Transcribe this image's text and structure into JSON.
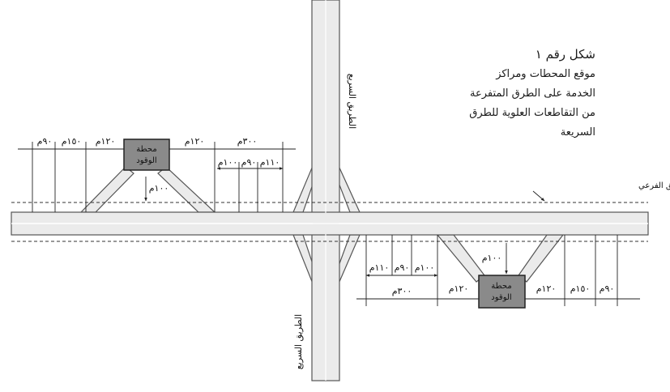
{
  "figure": {
    "title": "شكل رقم ١",
    "caption_lines": [
      "موقع المحطات ومراكز",
      "الخدمة على الطرق المتفرعة",
      "من التقاطعات العلوية للطرق",
      "السريعة"
    ]
  },
  "labels": {
    "expressway_top": "الطريق السريع",
    "expressway_bottom": "الطريق السريع",
    "row_label": "حرم الطريق الفرعي",
    "station_top": [
      "محطة",
      "الوقود"
    ],
    "station_bottom": [
      "محطة",
      "الوقود"
    ]
  },
  "dimensions_top": {
    "d90": "٩٠م",
    "d150": "١٥٠م",
    "d120_left": "١٢٠م",
    "d120_right": "١٢٠م",
    "d300": "٣٠٠م",
    "d100_a": "١٠٠م",
    "d90_b": "٩٠م",
    "d110": "١١٠م",
    "d100_station": "١٠٠م"
  },
  "dimensions_bottom": {
    "d110": "١١٠م",
    "d90": "٩٠م",
    "d100": "١٠٠م",
    "d300": "٣٠٠م",
    "d120_left": "١٢٠م",
    "d120_right": "١٢٠م",
    "d150": "١٥٠م",
    "d90_right": "٩٠م",
    "d100_station": "١٠٠م"
  },
  "colors": {
    "road_fill": "#ebebeb",
    "road_edge": "#555555",
    "station_fill": "#8a8a8a",
    "dimension_line": "#222222"
  }
}
